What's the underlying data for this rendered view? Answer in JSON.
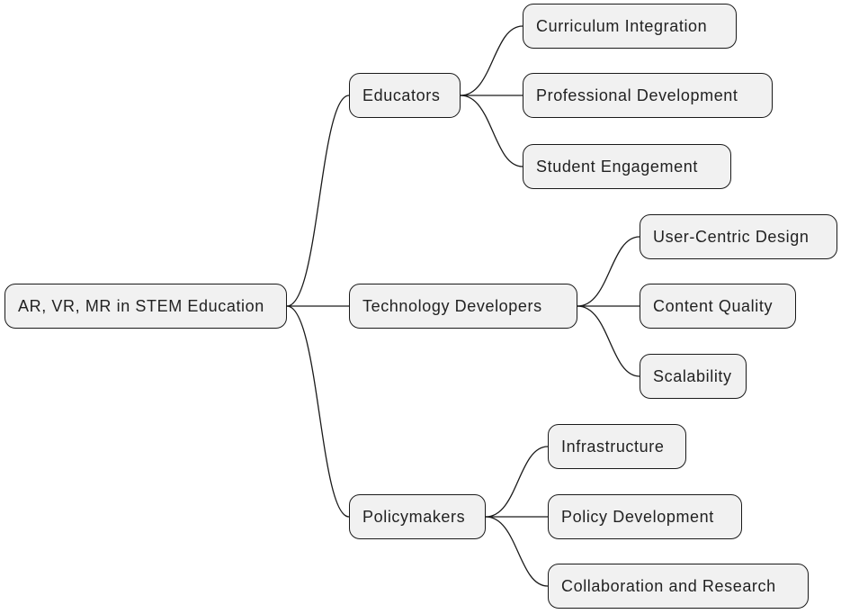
{
  "root": {
    "label": "AR, VR, MR in STEM Education"
  },
  "branches": [
    {
      "label": "Educators",
      "children": [
        "Curriculum Integration",
        "Professional Development",
        "Student Engagement"
      ]
    },
    {
      "label": "Technology Developers",
      "children": [
        "User-Centric Design",
        "Content Quality",
        "Scalability"
      ]
    },
    {
      "label": "Policymakers",
      "children": [
        "Infrastructure",
        "Policy Development",
        "Collaboration and Research"
      ]
    }
  ]
}
